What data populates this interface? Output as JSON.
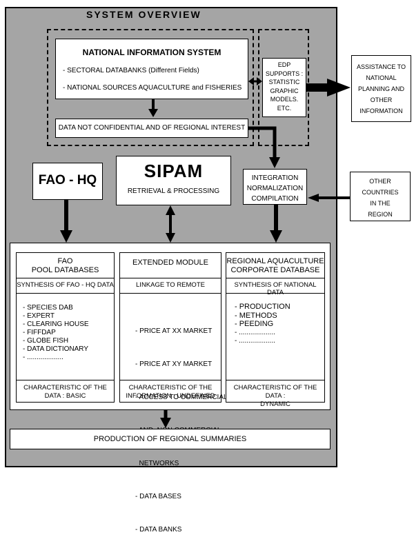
{
  "title": "SYSTEM OVERVIEW",
  "nis": {
    "title": "NATIONAL INFORMATION SYSTEM",
    "item1": "- SECTORAL DATABANKS (Different Fields)",
    "item2": "- NATIONAL SOURCES AQUACULTURE and FISHERIES",
    "data_box": "DATA NOT CONFIDENTIAL AND OF REGIONAL INTEREST"
  },
  "edp": {
    "line1": "EDP",
    "line2": "SUPPORTS :",
    "line3": "STATISTIC",
    "line4": "GRAPHIC",
    "line5": "MODELS.",
    "line6": "ETC."
  },
  "assistance": {
    "line1": "ASSISTANCE TO",
    "line2": "NATIONAL",
    "line3": "PLANNING AND",
    "line4": "OTHER",
    "line5": "INFORMATION"
  },
  "fao_hq": "FAO - HQ",
  "sipam": {
    "title": "SIPAM",
    "subtitle": "RETRIEVAL & PROCESSING"
  },
  "integration": {
    "line1": "INTEGRATION",
    "line2": "NORMALIZATION",
    "line3": "COMPILATION"
  },
  "other_countries": {
    "line1": "OTHER",
    "line2": "COUNTRIES",
    "line3": "IN THE",
    "line4": "REGION"
  },
  "fao_pool": {
    "title1": "FAO",
    "title2": "POOL DATABASES",
    "synthesis": "SYNTHESIS OF FAO - HQ DATA",
    "items": [
      "- SPECIES DAB",
      "- EXPERT",
      "- CLEARING HOUSE",
      "- FIFFDAP",
      "- GLOBE FISH",
      "- DATA DICTIONARY",
      "- ..................."
    ],
    "char1": "CHARACTERISTIC OF THE",
    "char2": "DATA : BASIC"
  },
  "extended": {
    "title": "EXTENDED MODULE",
    "synthesis": "LINKAGE TO REMOTE",
    "items": [
      "- PRICE AT XX MARKET",
      "- PRICE AT XY MARKET",
      "- ACCESS TO COMMERCIAL",
      "  AND  NON COMMERCIAL",
      "  NETWORKS",
      "- DATA BASES",
      "- DATA BANKS"
    ],
    "char1": "CHARACTERISTIC OF THE",
    "char2": "INFORMATION : UNDEFINED"
  },
  "regional": {
    "title1": "REGIONAL AQUACULTURE",
    "title2": "CORPORATE DATABASE",
    "synthesis": "SYNTHESIS OF NATIONAL DATA",
    "items": [
      "- PRODUCTION",
      "- METHODS",
      "- PEEDING",
      "- ...................",
      "- ..................."
    ],
    "char1": "CHARACTERISTIC OF THE DATA :",
    "char2": "DYNAMIC"
  },
  "summaries": "PRODUCTION OF REGIONAL SUMMARIES"
}
